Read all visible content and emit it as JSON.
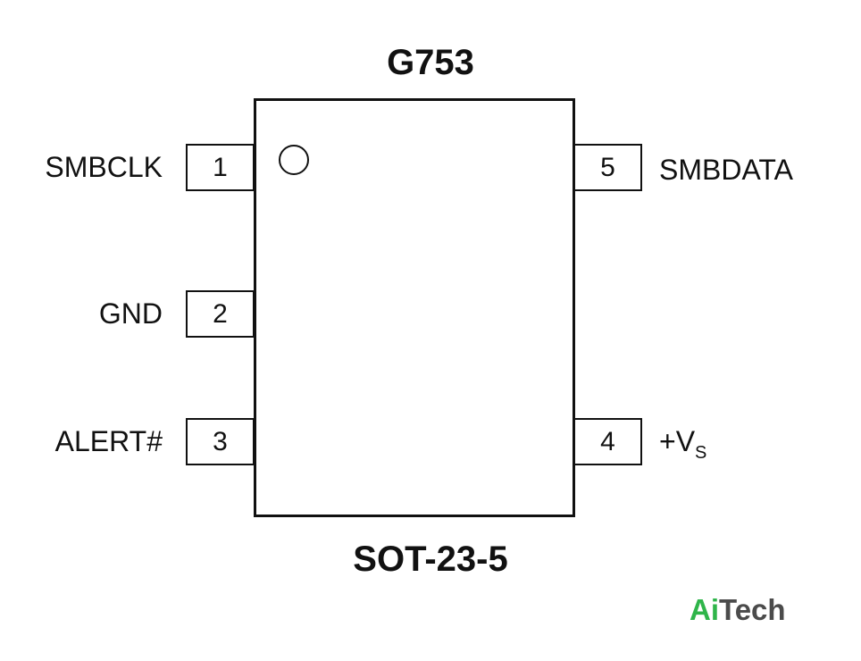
{
  "diagram": {
    "title": "G753",
    "package": "SOT-23-5",
    "pins": [
      {
        "number": "1",
        "name": "SMBCLK"
      },
      {
        "number": "2",
        "name": "GND"
      },
      {
        "number": "3",
        "name": "ALERT#"
      },
      {
        "number": "4",
        "name_main": "+V",
        "name_sub": "S"
      },
      {
        "number": "5",
        "name": "SMBDATA"
      }
    ]
  },
  "watermark": {
    "part1": "Ai",
    "part2": "Tech",
    "color1": "#2fb54a",
    "color2": "#4b4b4b"
  }
}
